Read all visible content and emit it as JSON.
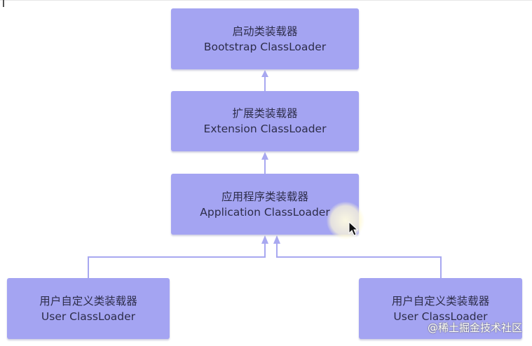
{
  "nodes": {
    "bootstrap": {
      "zh": "启动类装载器",
      "en": "Bootstrap ClassLoader"
    },
    "extension": {
      "zh": "扩展类装载器",
      "en": "Extension ClassLoader"
    },
    "application": {
      "zh": "应用程序类装载器",
      "en": "Application ClassLoader"
    },
    "user_left": {
      "zh": "用户自定义类装载器",
      "en": "User ClassLoader"
    },
    "user_right": {
      "zh": "用户自定义类装载器",
      "en": "User ClassLoader"
    }
  },
  "colors": {
    "node_fill": "#a4a4f2",
    "connector": "#a8a8f0",
    "text": "#2d2d4a"
  },
  "watermark": "@稀土掘金技术社区"
}
